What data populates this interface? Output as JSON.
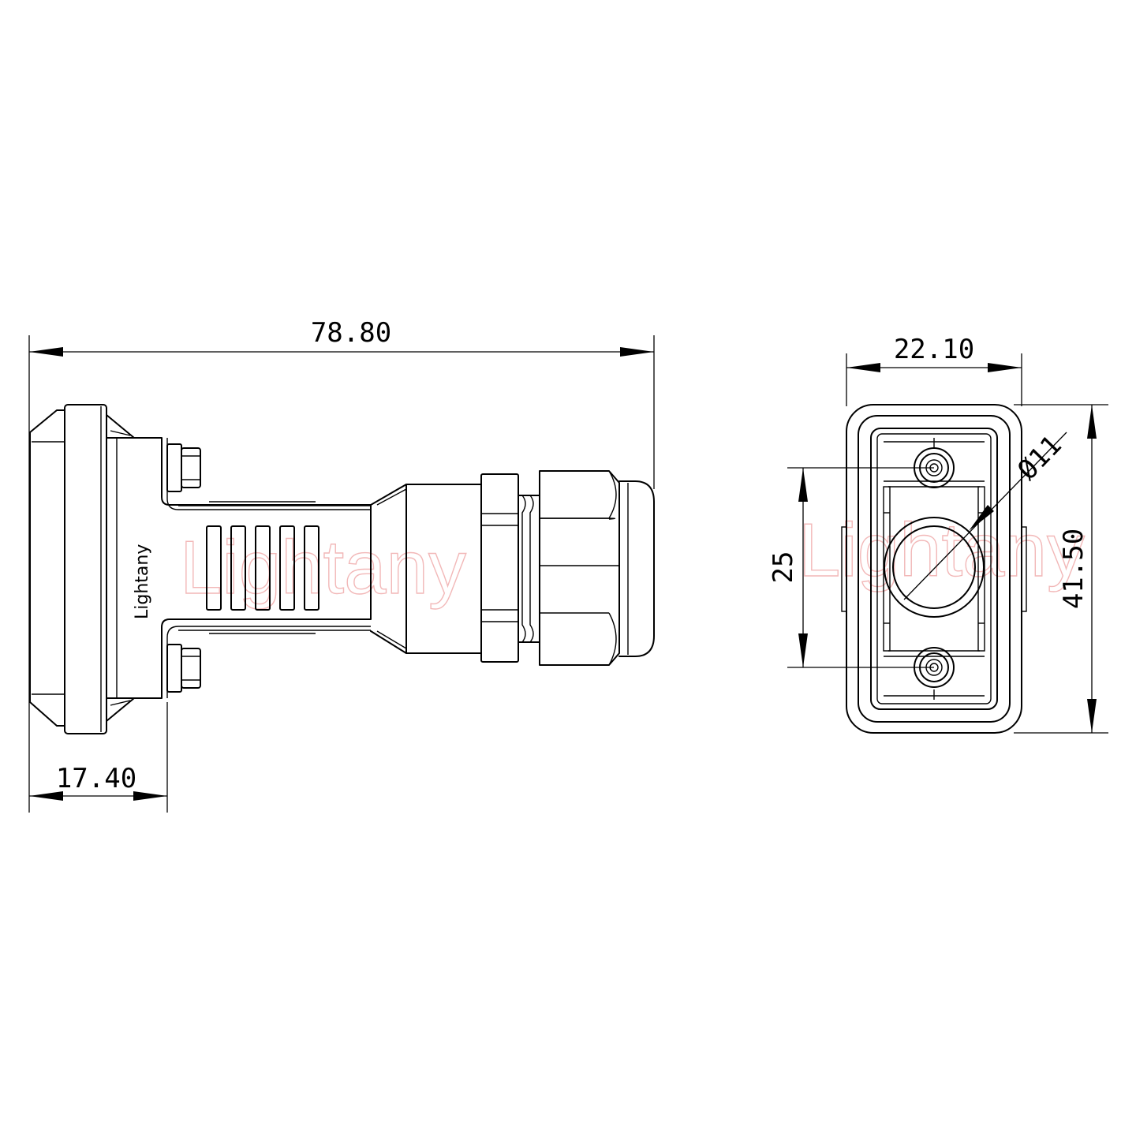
{
  "side_view": {
    "overall_length": "78.80",
    "flange_depth": "17.40",
    "brand_label": "Lightany"
  },
  "front_view": {
    "width": "22.10",
    "height": "41.50",
    "hole_pitch": "25",
    "diameter": "Ø11"
  },
  "watermark": {
    "text": "Lightany",
    "color": "#f2b8b8"
  }
}
